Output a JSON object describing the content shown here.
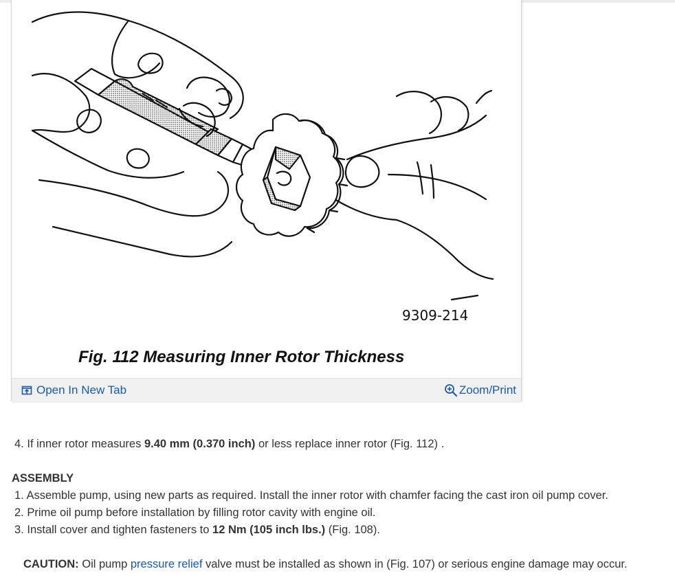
{
  "figure": {
    "caption": "Fig. 112 Measuring Inner Rotor Thickness",
    "image_code": "9309-214",
    "open_tab_label": "Open In New Tab",
    "zoom_label": "Zoom/Print",
    "icons": [
      "open-new-tab-icon",
      "magnifier-plus-icon"
    ]
  },
  "step4": {
    "num": "4.",
    "pre": "If inner rotor measures ",
    "bold": "9.40 mm (0.370 inch)",
    "post": " or less replace inner rotor (Fig. 112) ."
  },
  "assembly": {
    "heading": "ASSEMBLY",
    "steps": [
      {
        "num": "1.",
        "pre": "Assemble pump, using new parts as required. Install the inner rotor with chamfer facing the cast iron oil pump cover.",
        "bold": "",
        "post": ""
      },
      {
        "num": "2.",
        "pre": "Prime oil pump before installation by filling rotor cavity with engine oil.",
        "bold": "",
        "post": ""
      },
      {
        "num": "3.",
        "pre": "Install cover and tighten fasteners to ",
        "bold": "12 Nm (105 inch lbs.)",
        "post": " (Fig. 108)."
      }
    ]
  },
  "caution": {
    "label": "CAUTION:",
    "pre": " Oil pump ",
    "link": "pressure relief",
    "post": " valve must be installed as shown in (Fig. 107) or serious engine damage may occur."
  },
  "colors": {
    "link": "#1c5aa8",
    "text": "#333333",
    "toolbar": "#f1f1f1"
  }
}
